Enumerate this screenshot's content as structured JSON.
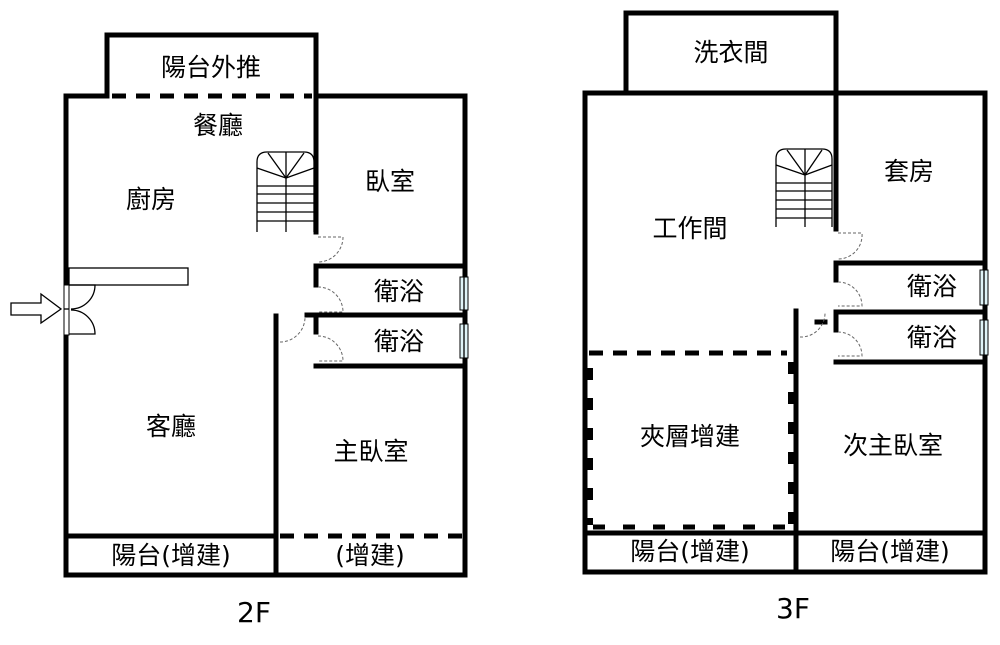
{
  "floors": [
    {
      "name": "2F",
      "rooms": {
        "balcony_ext": "陽台外推",
        "dining": "餐廳",
        "kitchen": "廚房",
        "bedroom": "臥室",
        "bath1": "衛浴",
        "bath2": "衛浴",
        "living": "客廳",
        "master": "主臥室",
        "balcony_add": "陽台(增建)",
        "addition": "(增建)"
      }
    },
    {
      "name": "3F",
      "rooms": {
        "laundry": "洗衣間",
        "workroom": "工作間",
        "suite": "套房",
        "bath1": "衛浴",
        "bath2": "衛浴",
        "mezzanine": "夾層增建",
        "second_master": "次主臥室",
        "balcony_left": "陽台(增建)",
        "balcony_right": "陽台(增建)"
      }
    }
  ],
  "icons": {
    "entry": "entry-arrow-icon",
    "stairs": "stairs-icon",
    "window": "window-icon",
    "door": "door-swing-icon"
  }
}
